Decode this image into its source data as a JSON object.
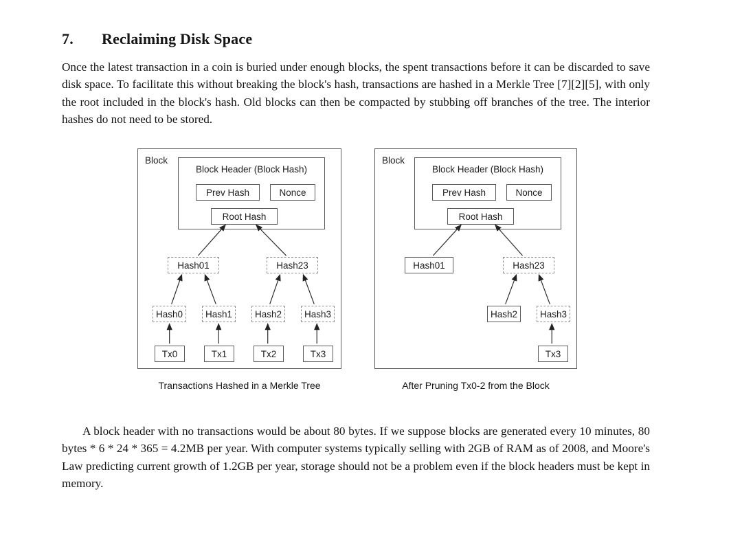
{
  "section": {
    "number": "7.",
    "title": "Reclaiming Disk Space",
    "paragraph1": "Once the latest transaction in a coin is buried under enough blocks, the spent transactions before it can be discarded to save disk space.  To facilitate this without breaking the block's hash, transactions are hashed in a Merkle Tree [7][2][5], with only the root included in the block's hash.  Old blocks can then be compacted by stubbing off branches of the tree.  The interior hashes do not need to be stored.",
    "paragraph2": "A block header with no transactions would be about 80 bytes.  If we suppose blocks are generated every 10 minutes, 80 bytes * 6 * 24 * 365 = 4.2MB per year.  With computer systems typically selling with 2GB of RAM as of 2008, and Moore's Law predicting current growth of 1.2GB per year, storage should not be a problem even if the block headers must be kept in memory."
  },
  "figures": {
    "left": {
      "block_label": "Block",
      "header": {
        "title": "Block Header (Block Hash)",
        "prev": "Prev Hash",
        "nonce": "Nonce",
        "root": "Root Hash"
      },
      "level1": [
        "Hash01",
        "Hash23"
      ],
      "level2": [
        "Hash0",
        "Hash1",
        "Hash2",
        "Hash3"
      ],
      "level3": [
        "Tx0",
        "Tx1",
        "Tx2",
        "Tx3"
      ],
      "caption": "Transactions Hashed in a Merkle Tree"
    },
    "right": {
      "block_label": "Block",
      "header": {
        "title": "Block Header (Block Hash)",
        "prev": "Prev Hash",
        "nonce": "Nonce",
        "root": "Root Hash"
      },
      "level1": [
        "Hash01",
        "Hash23"
      ],
      "level2": [
        "Hash2",
        "Hash3"
      ],
      "level3": [
        "Tx3"
      ],
      "caption": "After Pruning Tx0-2 from the Block"
    }
  },
  "colors": {
    "ink": "#161616",
    "box_border": "#5a5a5a",
    "dashed_border": "#8f8f8f",
    "arrow": "#222222"
  }
}
